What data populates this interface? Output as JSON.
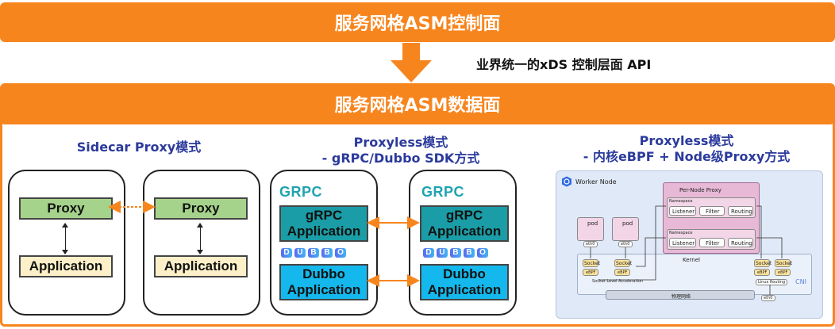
{
  "control_plane": {
    "title": "服务网格ASM控制面"
  },
  "api_label": "业界统一的xDS 控制层面 API",
  "data_plane": {
    "title": "服务网格ASM数据面"
  },
  "sections": [
    {
      "title": "Sidecar Proxy模式"
    },
    {
      "title_line1": "Proxyless模式",
      "title_line2": "- gRPC/Dubbo SDK方式"
    },
    {
      "title_line1": "Proxyless模式",
      "title_line2": "- 内核eBPF + Node级Proxy方式"
    }
  ],
  "sidecar": {
    "proxy_label": "Proxy",
    "app_label": "Application"
  },
  "sdk": {
    "grpc_logo": "GRPC",
    "grpc_app_line1": "gRPC",
    "grpc_app_line2": "Application",
    "dubbo_logo": [
      "D",
      "U",
      "B",
      "B",
      "O"
    ],
    "dubbo_app_line1": "Dubbo",
    "dubbo_app_line2": "Application"
  },
  "ebpf": {
    "worker_node": "Worker Node",
    "per_node_proxy": "Per-Node Proxy",
    "namespace": "Namespace",
    "listener": "Listener",
    "filter": "Filter",
    "routing": "Routing",
    "pod": "pod",
    "eth0": "eth0",
    "kernel": "Kernel",
    "socket": "Socket",
    "ebpf_tag": "eBPF",
    "socket_accel": "Socket Level Acceleration",
    "linux_routing": "Linux Routing",
    "physical_network": "物理网络",
    "cni": "CNI"
  },
  "colors": {
    "banner": "#f7851e",
    "title_blue": "#2b3a9c",
    "proxy_green": "#a6d38b",
    "app_cream": "#fdf0c9",
    "grpc_teal": "#1a9da6",
    "dubbo_blue": "#14b8ec",
    "link_orange": "#f7851e"
  }
}
